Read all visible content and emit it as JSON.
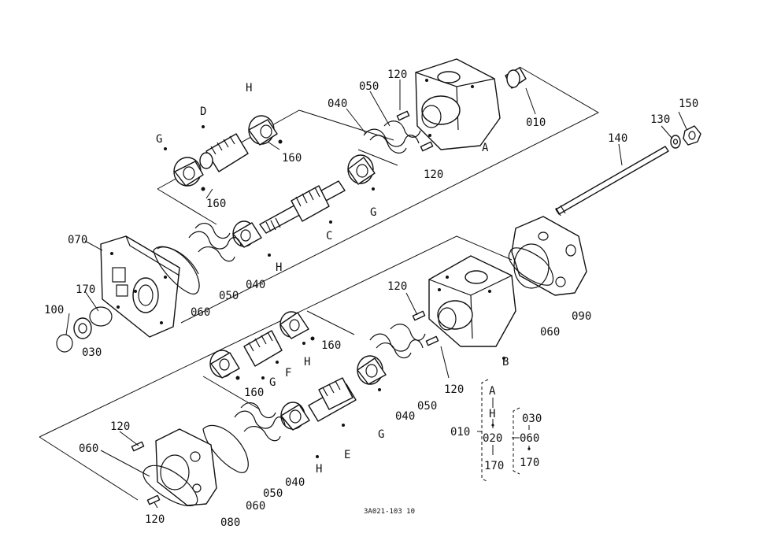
{
  "labels": {
    "l010": "010",
    "l010b": "010",
    "l020": "020",
    "l030": "030",
    "l030b": "030",
    "l040a": "040",
    "l040b": "040",
    "l040c": "040",
    "l040d": "040",
    "l050a": "050",
    "l050b": "050",
    "l050c": "050",
    "l050d": "050",
    "l060a": "060",
    "l060b": "060",
    "l060c": "060",
    "l060d": "060",
    "l060e": "060",
    "l070": "070",
    "l080": "080",
    "l090": "090",
    "l100": "100",
    "l120a": "120",
    "l120b": "120",
    "l120c": "120",
    "l120d": "120",
    "l120e": "120",
    "l120f": "120",
    "l130": "130",
    "l140": "140",
    "l150": "150",
    "l160a": "160",
    "l160b": "160",
    "l160c": "160",
    "l160d": "160",
    "l170a": "170",
    "l170b": "170",
    "l170c": "170",
    "lA": "A",
    "lA2": "A",
    "lB": "B",
    "lC": "C",
    "lD": "D",
    "lE": "E",
    "lF": "F",
    "lGa": "G",
    "lGb": "G",
    "lGc": "G",
    "lGd": "G",
    "lHa": "H",
    "lHb": "H",
    "lHc": "H",
    "lHd": "H",
    "lH2": "H",
    "code": "3A021-103 10"
  }
}
